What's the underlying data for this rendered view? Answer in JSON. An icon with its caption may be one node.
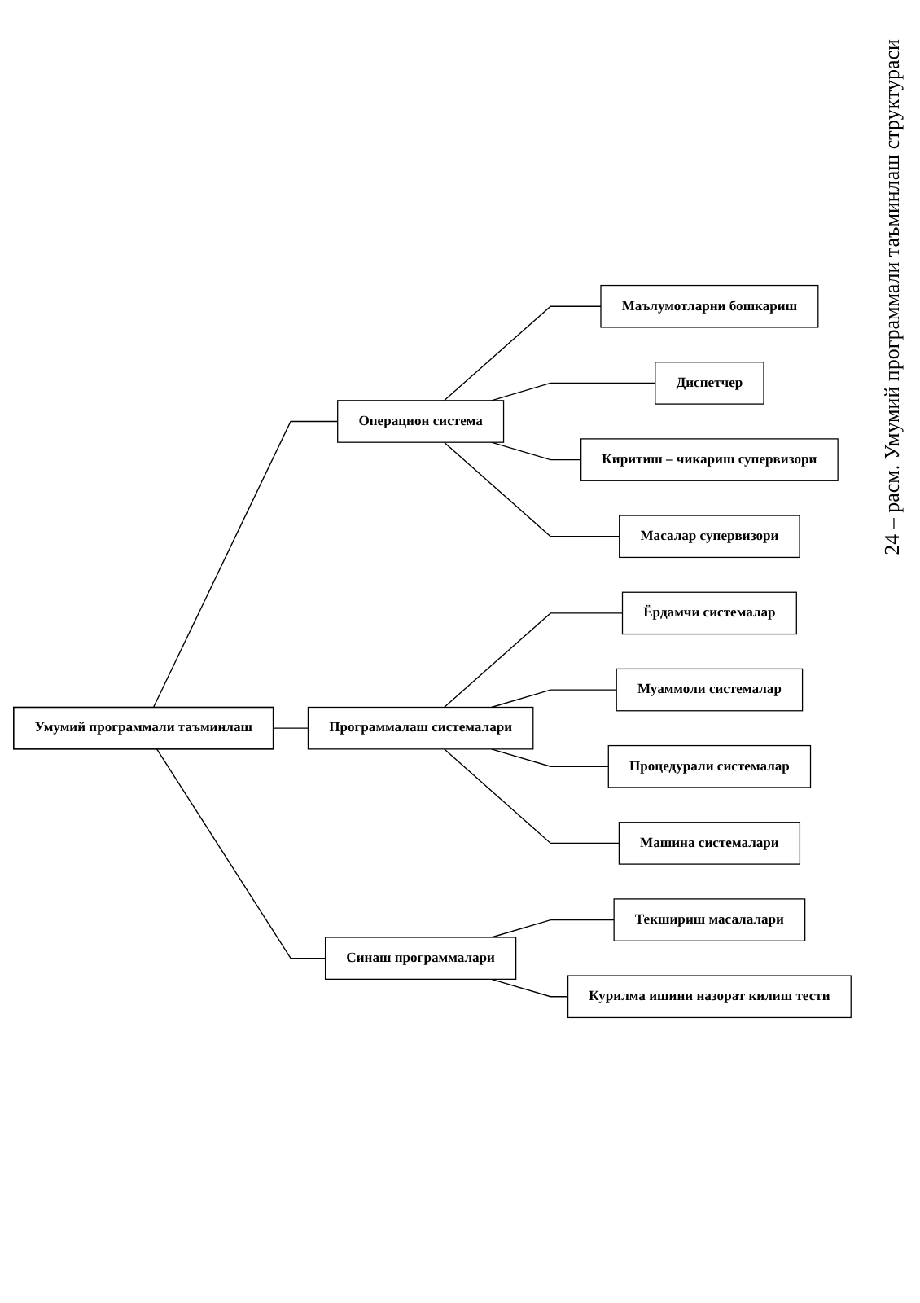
{
  "diagram": {
    "caption": "24 – расм. Умумий программали таъминлаш структураси",
    "nodes": [
      {
        "text": [
          "Умумий программали таъминлаш"
        ]
      },
      {
        "text": [
          "Операцион система"
        ]
      },
      {
        "text": [
          "Маълумотларни бошкариш"
        ]
      },
      {
        "text": [
          "Диспетчер"
        ]
      },
      {
        "text": [
          "Киритиш – чикариш супервизори"
        ]
      },
      {
        "text": [
          "Масалар супервизори"
        ]
      },
      {
        "text": [
          "Программалаш системалари"
        ]
      },
      {
        "text": [
          "Ёрдамчи системалар"
        ]
      },
      {
        "text": [
          "Муаммоли системалар"
        ]
      },
      {
        "text": [
          "Процедурали системалар"
        ]
      },
      {
        "text": [
          "Машина системалари"
        ]
      },
      {
        "text": [
          "Синаш программалари"
        ]
      },
      {
        "text": [
          "Текшириш масалалари"
        ]
      },
      {
        "text": [
          "Курилма ишини назорат килиш тести"
        ]
      }
    ],
    "edges": [
      {
        "from": 0,
        "to": 1,
        "arrow": "none"
      },
      {
        "from": 0,
        "to": 6,
        "arrow": "none"
      },
      {
        "from": 0,
        "to": 11,
        "arrow": "none"
      },
      {
        "from": 1,
        "to": 2,
        "arrow": "none"
      },
      {
        "from": 1,
        "to": 3,
        "arrow": "none"
      },
      {
        "from": 1,
        "to": 4,
        "arrow": "none"
      },
      {
        "from": 1,
        "to": 5,
        "arrow": "none"
      },
      {
        "from": 6,
        "to": 7,
        "arrow": "none"
      },
      {
        "from": 6,
        "to": 8,
        "arrow": "none"
      },
      {
        "from": 6,
        "to": 9,
        "arrow": "none"
      },
      {
        "from": 6,
        "to": 10,
        "arrow": "none"
      },
      {
        "from": 11,
        "to": 12,
        "arrow": "none"
      },
      {
        "from": 11,
        "to": 13,
        "arrow": "none"
      }
    ]
  }
}
